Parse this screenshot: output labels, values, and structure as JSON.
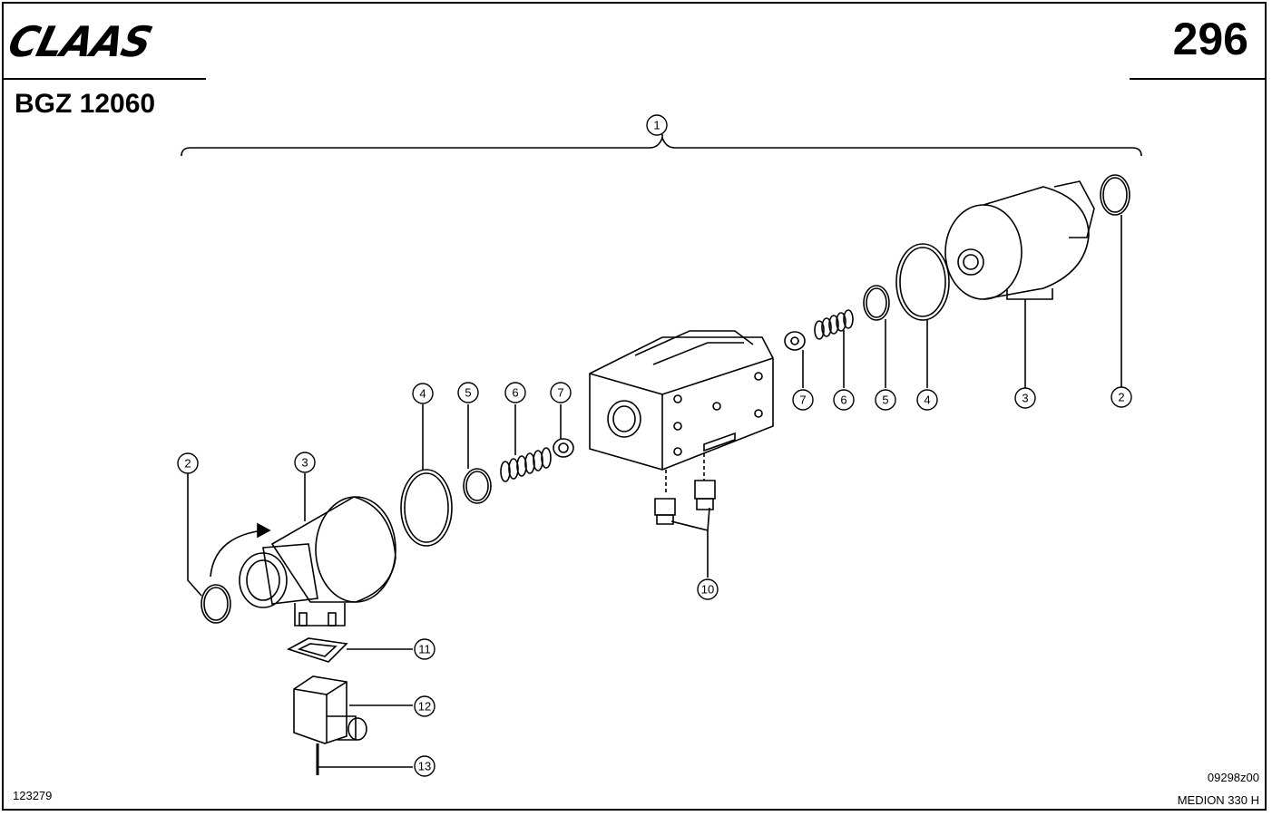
{
  "header": {
    "brand": "CLAAS",
    "page_number": "296",
    "assembly_code": "BGZ 12060"
  },
  "footer": {
    "left_code": "123279",
    "right_code": "09298z00",
    "model": "MEDION 330 H"
  },
  "callouts": [
    "1",
    "2",
    "3",
    "4",
    "5",
    "6",
    "7",
    "7",
    "6",
    "5",
    "4",
    "3",
    "2",
    "10",
    "11",
    "12",
    "13"
  ]
}
